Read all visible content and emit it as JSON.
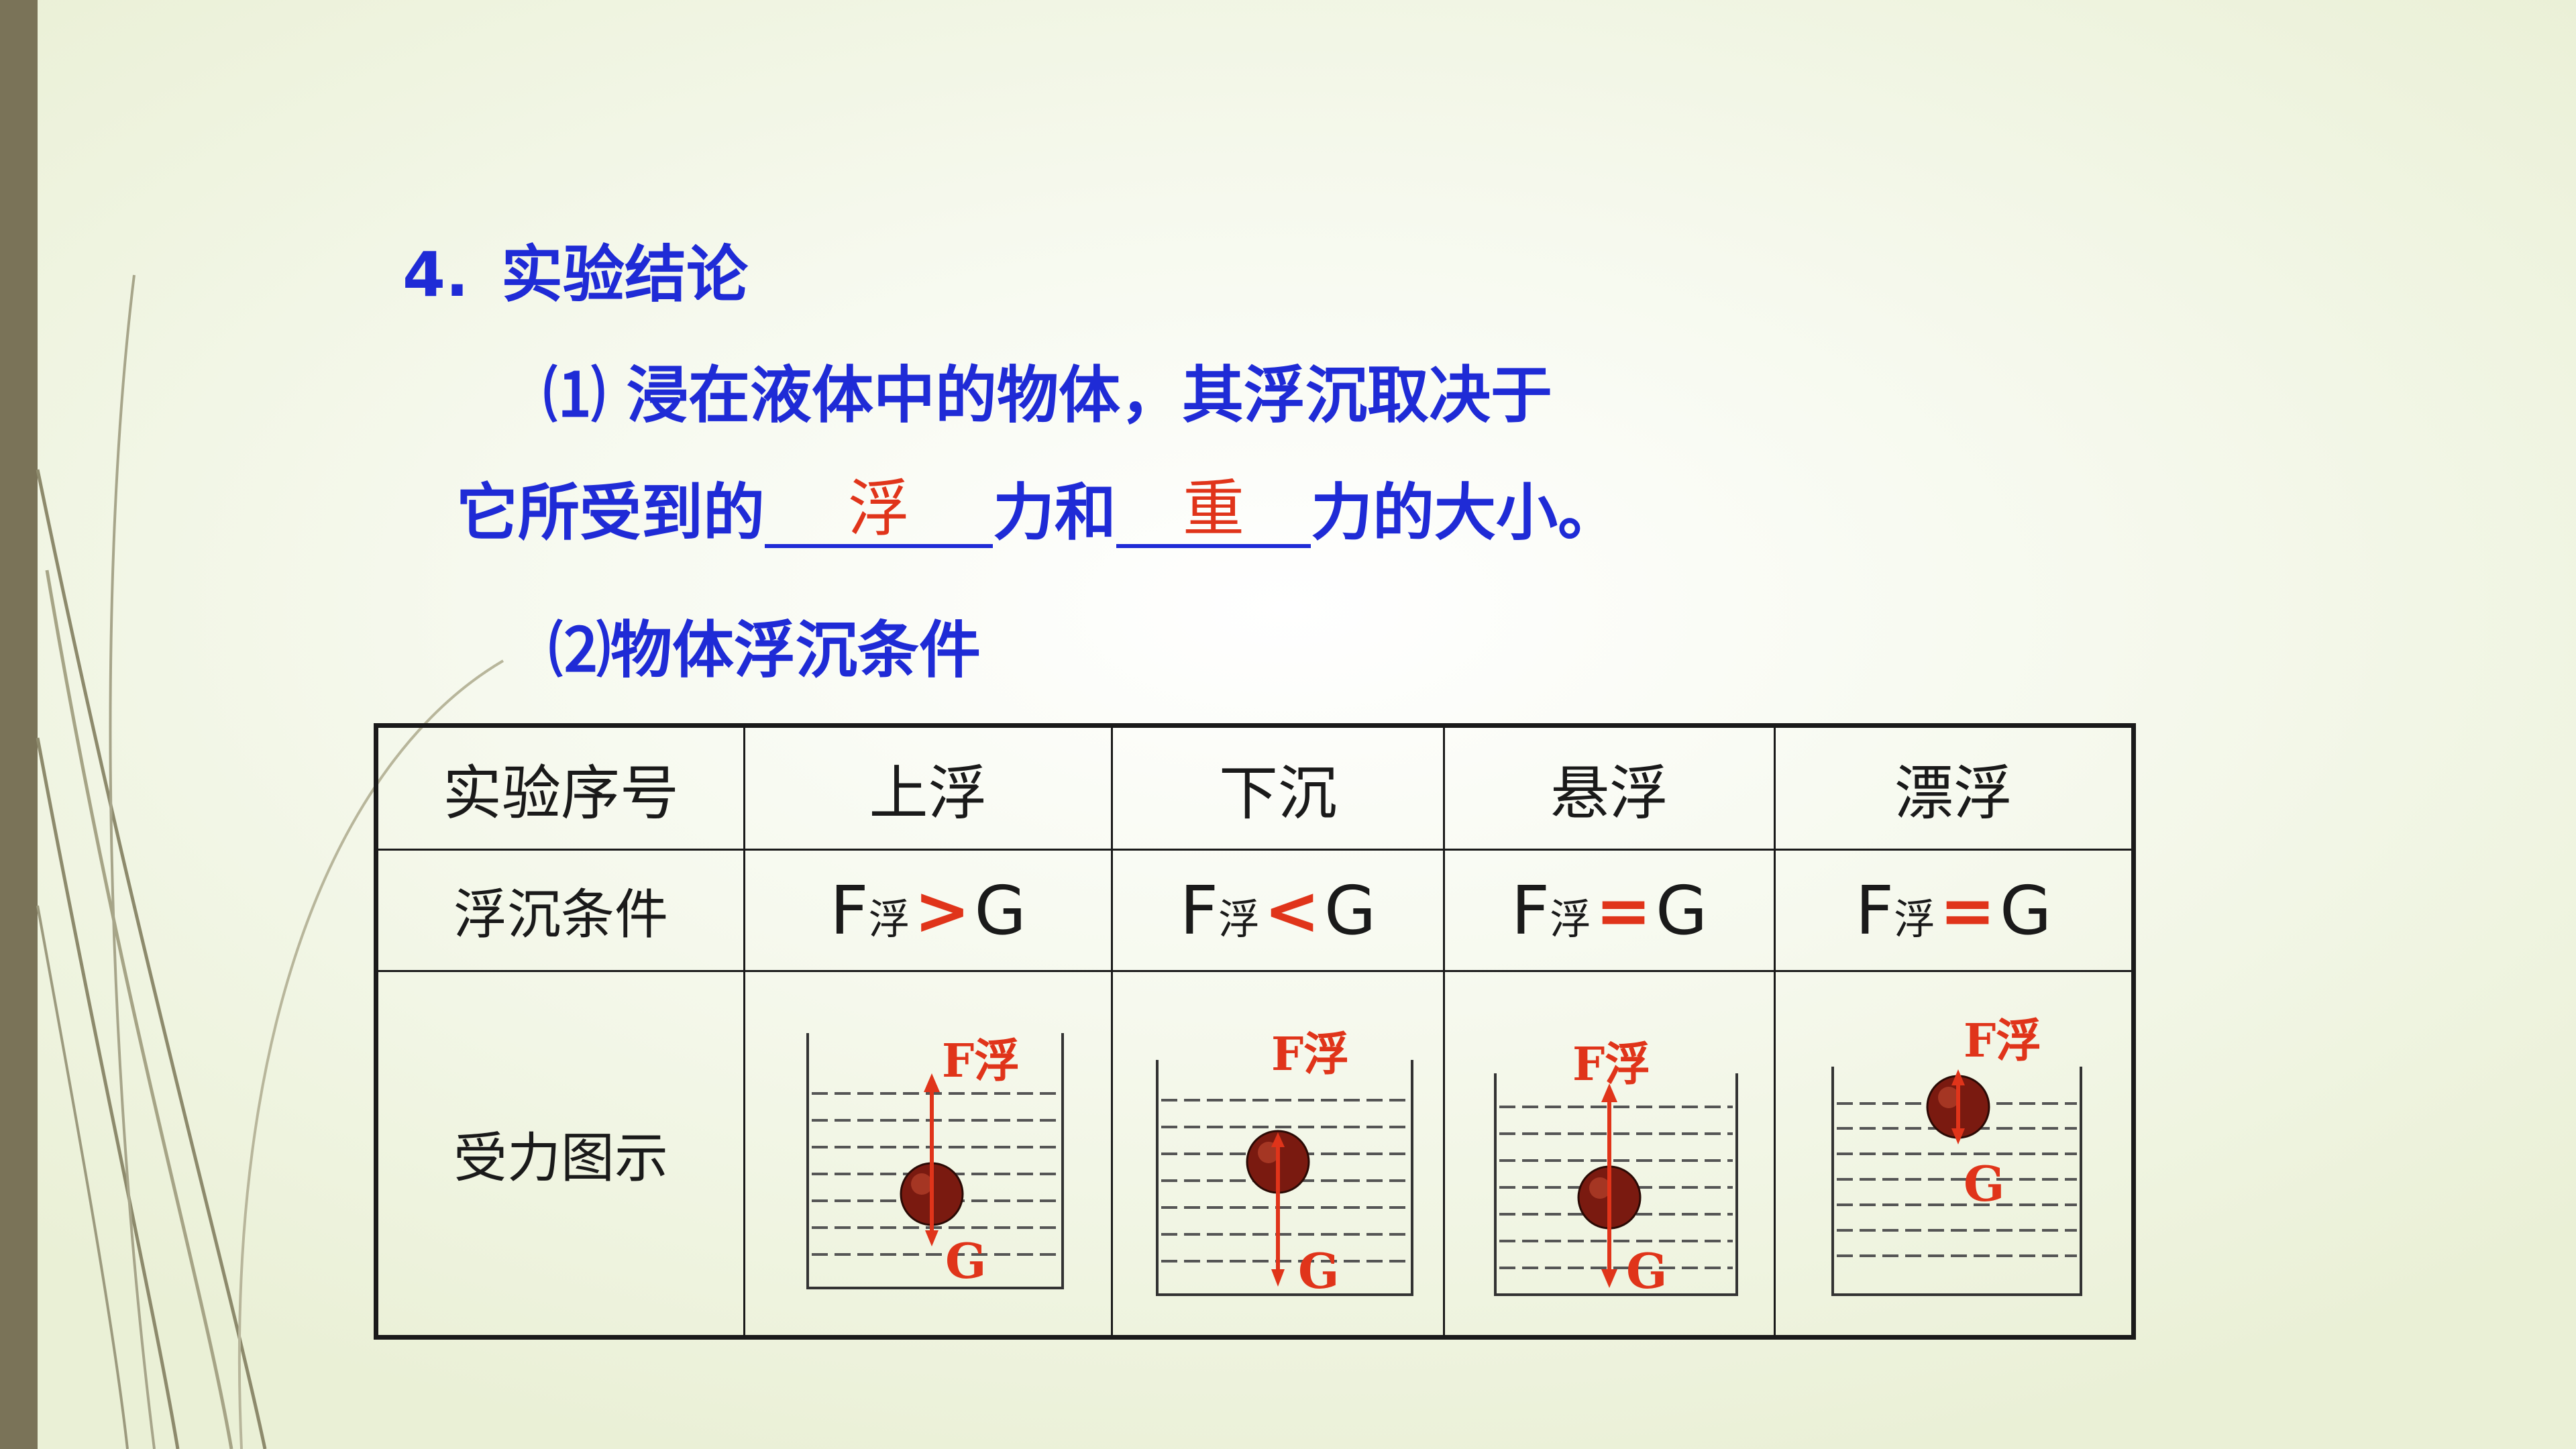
{
  "heading": {
    "number": "4.",
    "title": "实验结论"
  },
  "conclusion": {
    "line1": "⑴ 浸在液体中的物体，其浮沉取决于",
    "line2_part1": "它所受到的",
    "blank1": "浮",
    "line2_part2": "力和",
    "blank2": "重",
    "line2_part3": "力的大小。",
    "line3": "⑵物体浮沉条件"
  },
  "table": {
    "header": [
      "实验序号",
      "上浮",
      "下沉",
      "悬浮",
      "漂浮"
    ],
    "row_condition": {
      "label": "浮沉条件",
      "cells": [
        {
          "F": "F",
          "sub": "浮",
          "op": ">",
          "G": "G"
        },
        {
          "F": "F",
          "sub": "浮",
          "op": "<",
          "G": "G"
        },
        {
          "F": "F",
          "sub": "浮",
          "op": "=",
          "G": "G"
        },
        {
          "F": "F",
          "sub": "浮",
          "op": "=",
          "G": "G"
        }
      ]
    },
    "row_diagram": {
      "label": "受力图示",
      "float_force_label": "F浮",
      "gravity_label": "G"
    }
  },
  "colors": {
    "text_blue": "#1f2bd6",
    "answer_red": "#e0341a",
    "left_bar": "#7a7358"
  }
}
